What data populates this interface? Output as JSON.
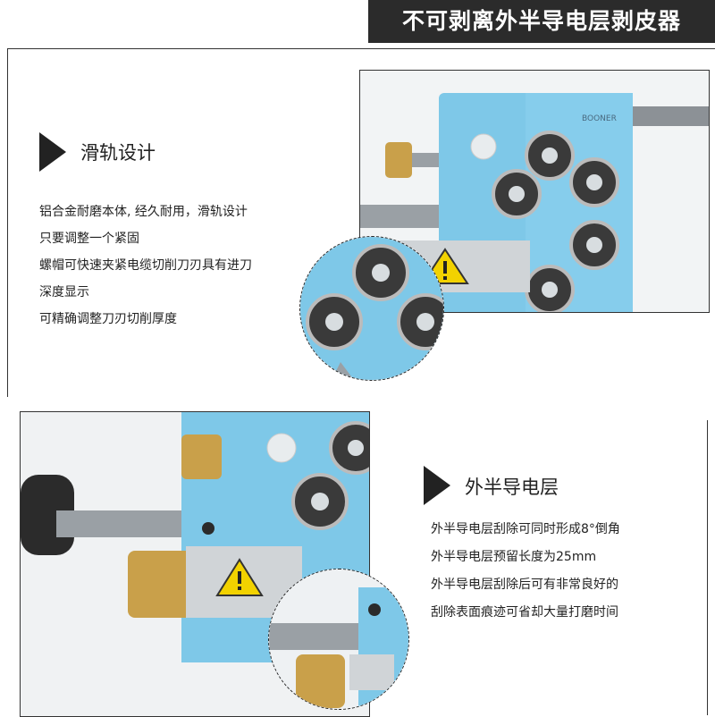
{
  "header": {
    "title": "不可剥离外半导电层剥皮器"
  },
  "section1": {
    "heading": "滑轨设计",
    "lines": [
      "铝合金耐磨本体, 经久耐用，滑轨设计",
      "只要调整一个紧固",
      "螺帽可快速夹紧电缆切削刀刃具有进刀",
      "深度显示",
      "可精确调整刀刃切削厚度"
    ]
  },
  "section2": {
    "heading": "外半导电层",
    "lines": [
      "外半导电层刮除可同时形成8°倒角",
      "外半导电层预留长度为25mm",
      "外半导电层刮除后可有非常良好的",
      "刮除表面痕迹可省却大量打磨时间"
    ]
  },
  "photo": {
    "brand": "BOONER"
  },
  "colors": {
    "accent": "#7ec8e8",
    "brass": "#c9a04a",
    "dark": "#2b2b2b",
    "steel": "#8a8f93"
  }
}
